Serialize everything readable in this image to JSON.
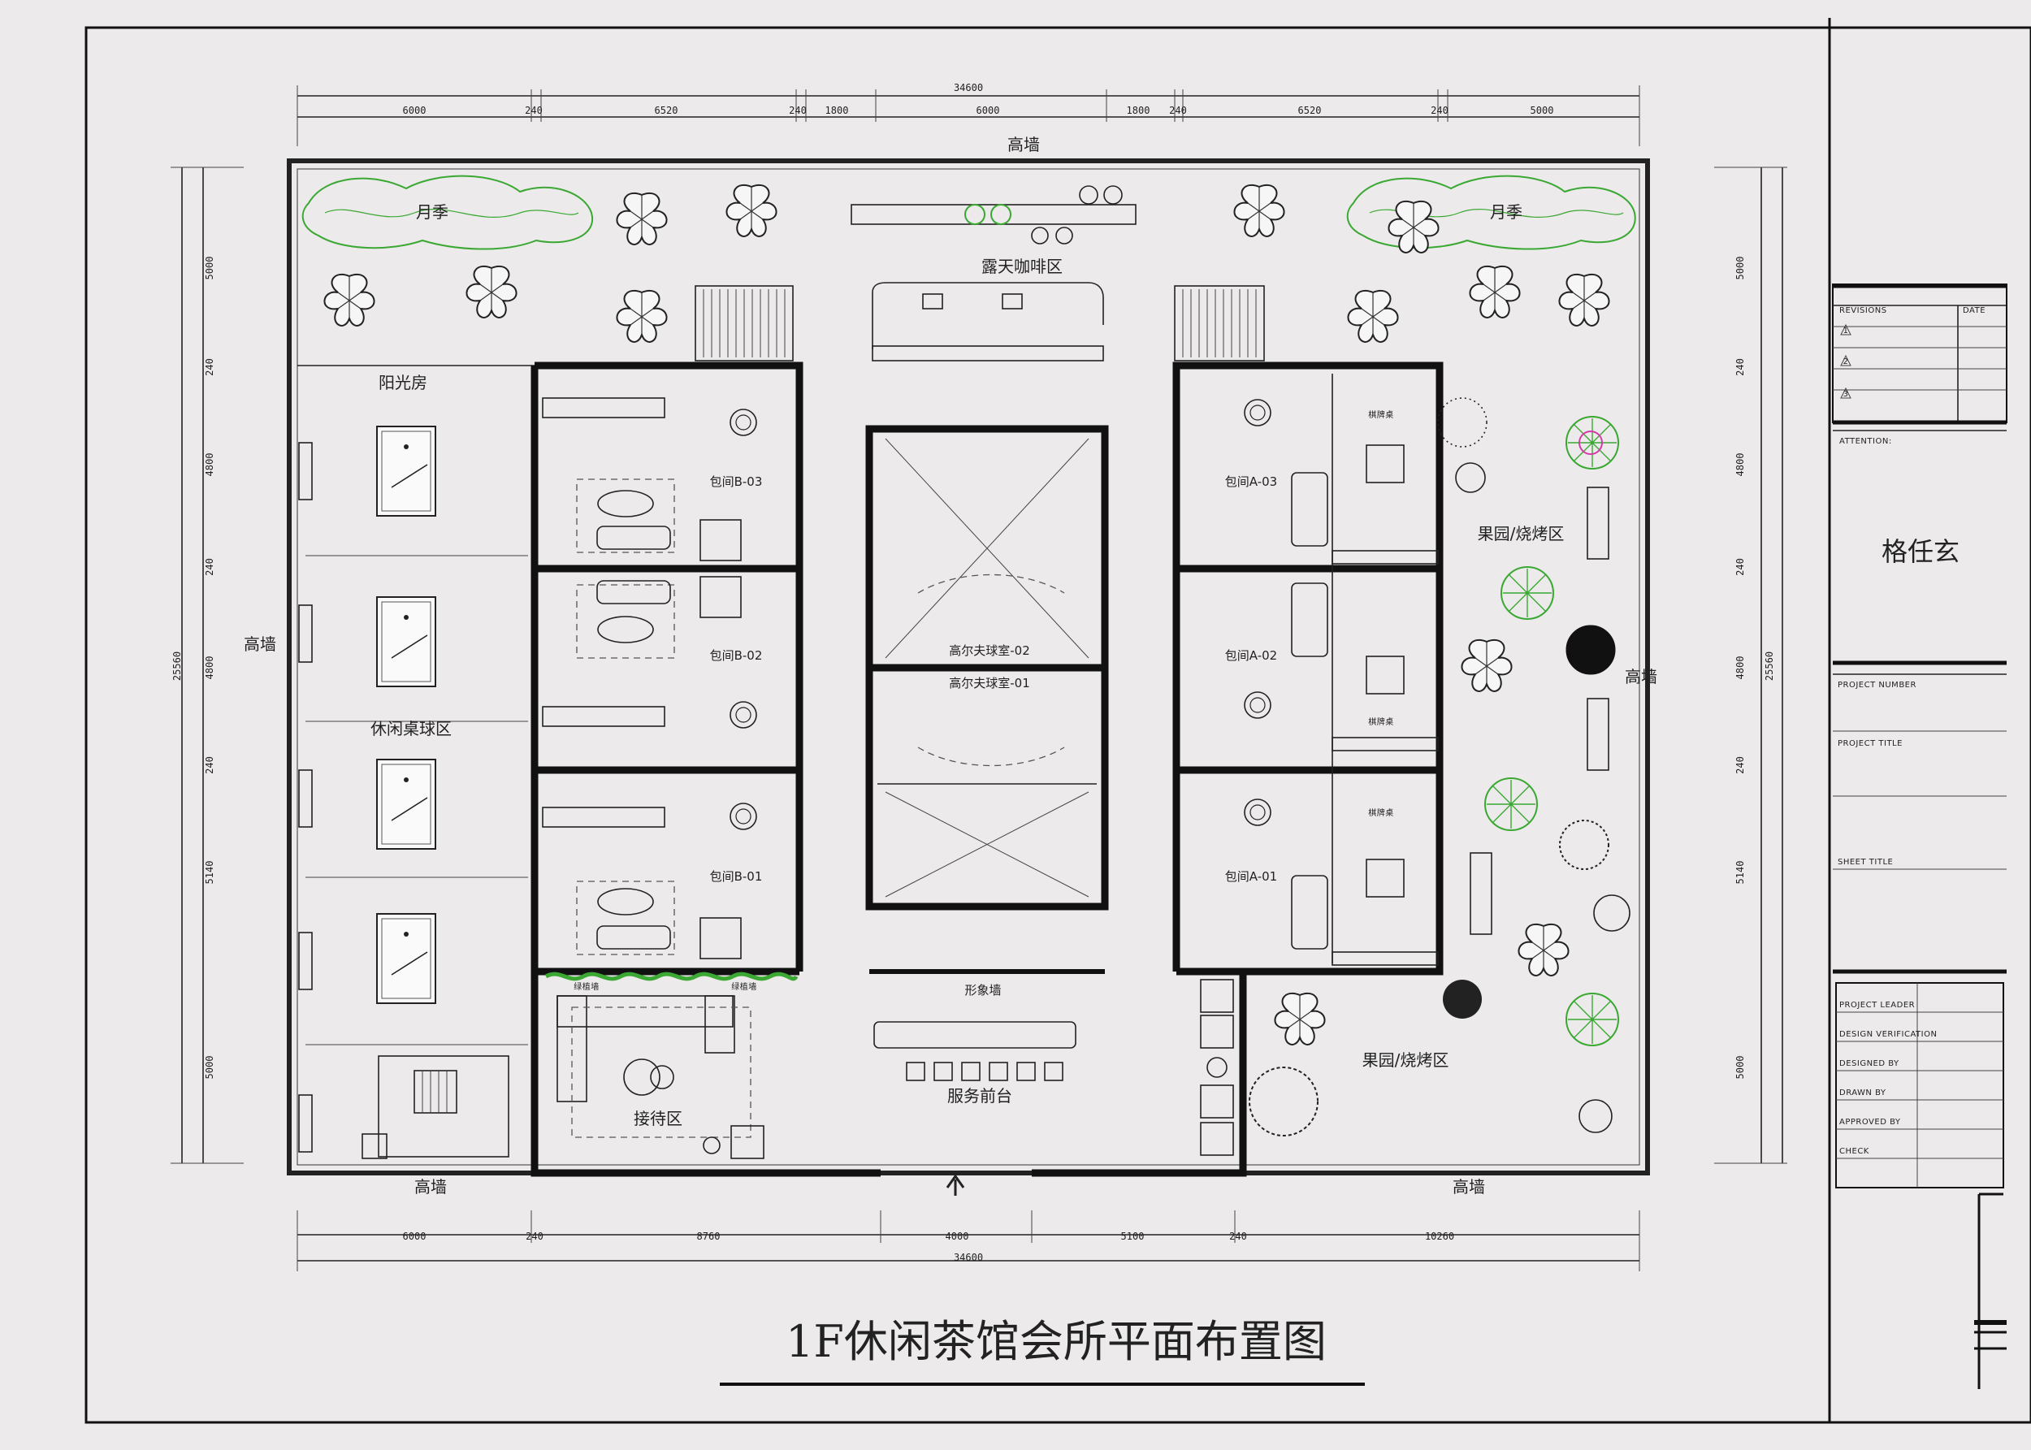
{
  "drawing_title": "1F休闲茶馆会所平面布置图",
  "owner_name": "格任玄",
  "dimensions": {
    "top_total": "34600",
    "top_segments": [
      "6000",
      "240",
      "6520",
      "240",
      "1800",
      "6000",
      "1800",
      "240",
      "6520",
      "240",
      "5000"
    ],
    "bottom_total": "34600",
    "bottom_segments": [
      "6000",
      "240",
      "8760",
      "4000",
      "5100",
      "240",
      "10260"
    ],
    "side_total": "25560",
    "side_segments": [
      "5000",
      "240",
      "4800",
      "240",
      "4800",
      "240",
      "5140",
      "5000"
    ]
  },
  "rooms": {
    "top_wall": "高墙",
    "outdoor_cafe": "露天咖啡区",
    "rose_left": "月季",
    "rose_right": "月季",
    "sunroom": "阳光房",
    "billiards": "休闲桌球区",
    "left_wall": "高墙",
    "b03": "包间B-03",
    "b02": "包间B-02",
    "b01": "包间B-01",
    "golf02": "高尔夫球室-02",
    "golf01": "高尔夫球室-01",
    "a03": "包间A-03",
    "a02": "包间A-02",
    "a01": "包间A-01",
    "mahjong_1": "棋牌桌",
    "mahjong_2": "棋牌桌",
    "mahjong_3": "棋牌桌",
    "orchard_1": "果园/烧烤区",
    "orchard_2": "果园/烧烤区",
    "right_wall": "高墙",
    "reception": "接待区",
    "green_wall_1": "绿植墙",
    "green_wall_2": "绿植墙",
    "image_wall": "形象墙",
    "front_desk": "服务前台",
    "bottom_wall_left": "高墙",
    "bottom_wall_right": "高墙"
  },
  "title_block": {
    "revisions": "REVISIONS",
    "date": "DATE",
    "rev_marks": [
      "1",
      "2",
      "3"
    ],
    "attention": "ATTENTION:",
    "project_number": "PROJECT NUMBER",
    "project_title": "PROJECT TITLE",
    "sheet_title": "SHEET TITLE",
    "roles": [
      "PROJECT LEADER",
      "DESIGN VERIFICATION",
      "DESIGNED BY",
      "DRAWN BY",
      "APPROVED BY",
      "CHECK"
    ]
  },
  "colors": {
    "paper": "#eceaea",
    "ink": "#111111",
    "plant_green": "#3aa832",
    "flower_pink": "#d43aa8"
  }
}
